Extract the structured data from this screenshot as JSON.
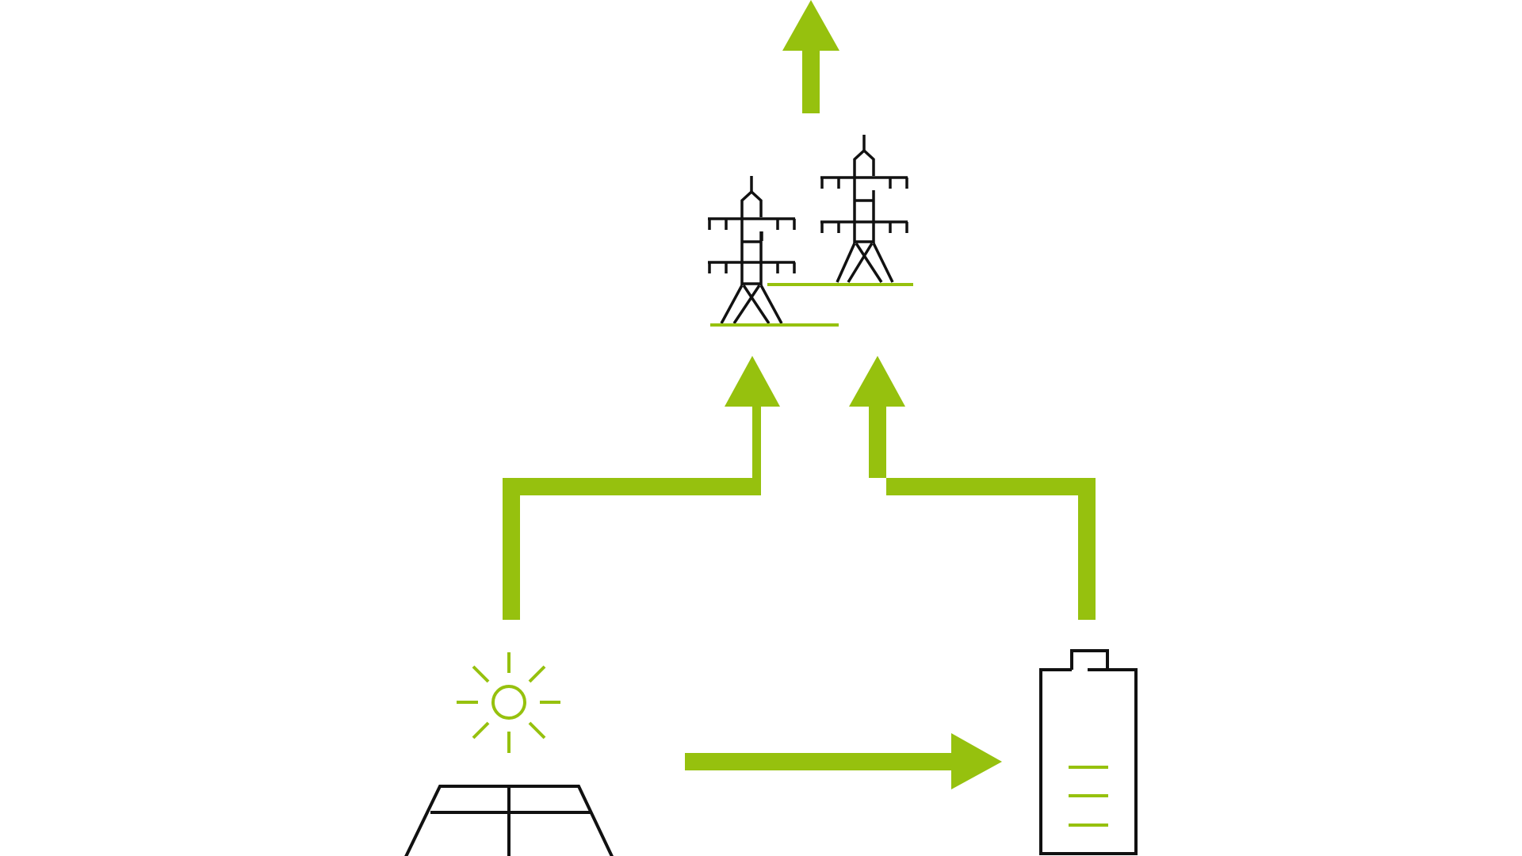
{
  "colors": {
    "background": "#ffffff",
    "accent": "#96c10e",
    "outline": "#111111"
  },
  "icons": {
    "solar": "sun-over-solar-panel-icon",
    "battery": "battery-icon",
    "grid": "power-pylons-icon"
  },
  "flows": [
    {
      "from": "solar",
      "to": "battery"
    },
    {
      "from": "solar",
      "to": "grid"
    },
    {
      "from": "battery",
      "to": "grid"
    },
    {
      "from": "grid",
      "to": "outward"
    }
  ]
}
